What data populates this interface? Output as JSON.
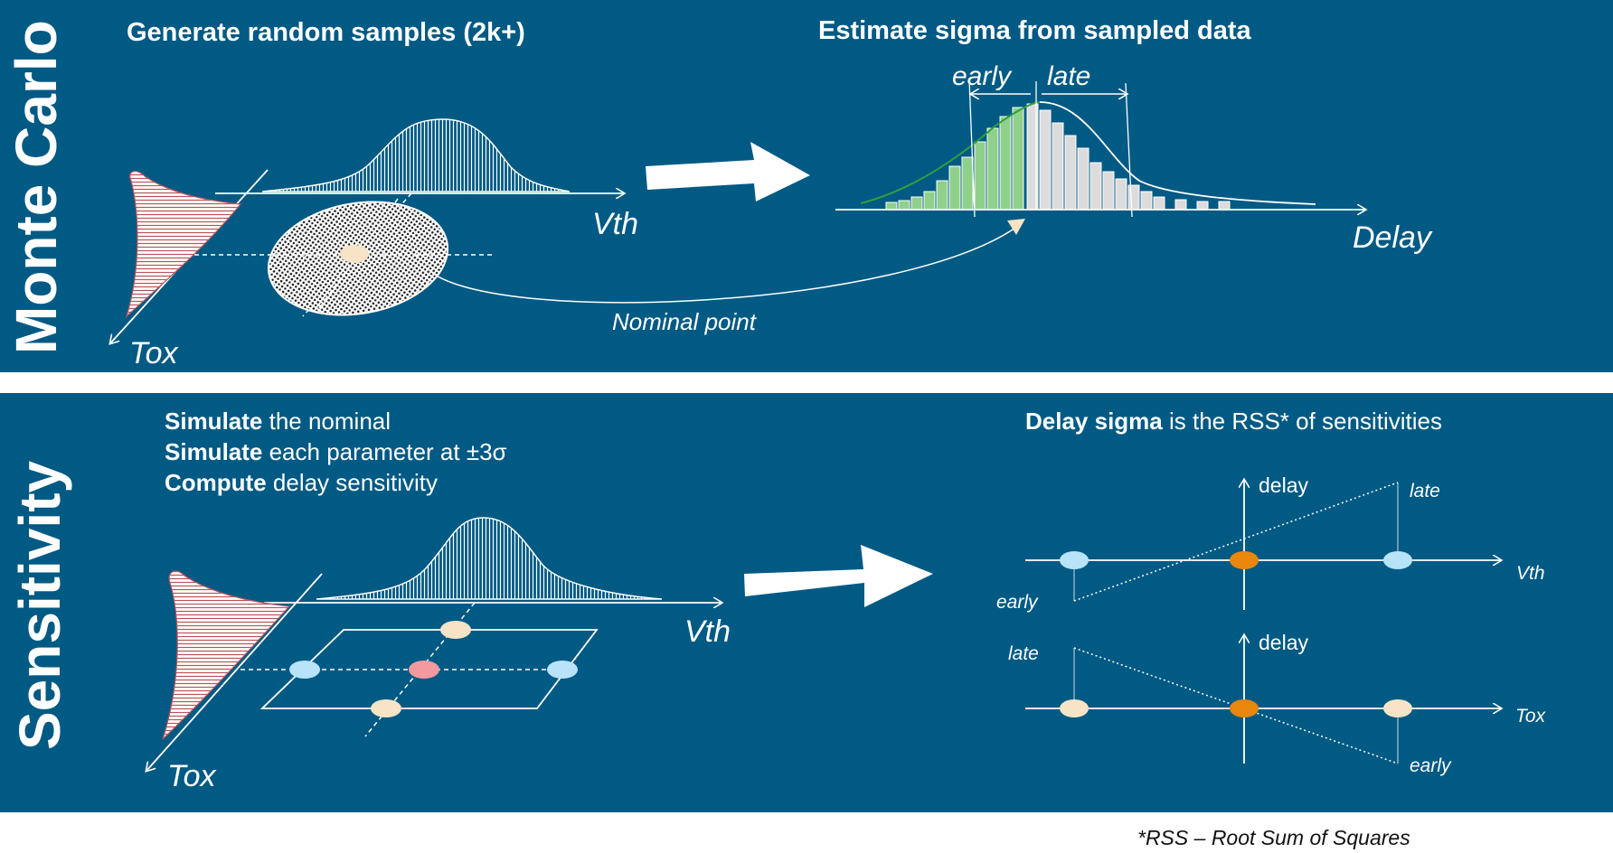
{
  "monte_carlo": {
    "side_title": "Monte Carlo",
    "heading_left": "Generate random samples (2k+)",
    "heading_right": "Estimate sigma from sampled data",
    "vth_label": "Vth",
    "tox_label": "Tox",
    "delay_label": "Delay",
    "early_label": "early",
    "late_label": "late",
    "nominal_label": "Nominal point"
  },
  "sensitivity": {
    "side_title": "Sensitivity",
    "steps": [
      {
        "bold": "Simulate",
        "rest": " the nominal"
      },
      {
        "bold": "Simulate",
        "rest": " each parameter at ±3σ"
      },
      {
        "bold": "Compute",
        "rest": " delay sensitivity"
      }
    ],
    "rss_bold": "Delay sigma",
    "rss_rest": " is the RSS* of sensitivities",
    "vth_label": "Vth",
    "tox_label": "Tox",
    "plot_vth": {
      "y_label": "delay",
      "x_label": "Vth",
      "late_label": "late",
      "early_label": "early"
    },
    "plot_tox": {
      "y_label": "delay",
      "x_label": "Tox",
      "late_label": "late",
      "early_label": "early"
    }
  },
  "footnote": "*RSS – Root Sum of Squares",
  "colors": {
    "panel_bg": "#005a84",
    "green_bar": "#8fd08a",
    "grey_bar": "#dcdcdc",
    "light_blue_point": "#b8e3f8",
    "peach_point": "#f7e3c6",
    "orange_point": "#e8870c",
    "red_point": "#f29aa0"
  }
}
